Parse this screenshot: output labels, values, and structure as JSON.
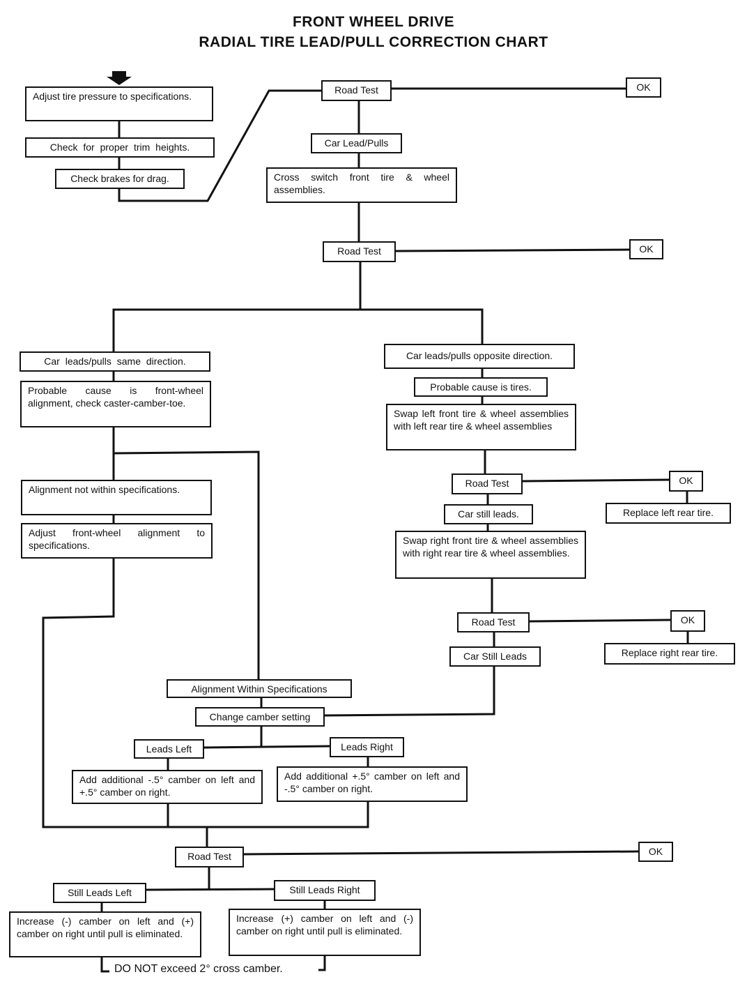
{
  "title": {
    "line1": "FRONT WHEEL DRIVE",
    "line2": "RADIAL TIRE LEAD/PULL CORRECTION CHART"
  },
  "steps": {
    "adjust_pressure": "Adjust tire pressure to specifications.",
    "check_trim": "Check for proper trim heights.",
    "check_brakes": "Check brakes for drag.",
    "road_test_1": "Road Test",
    "ok_1": "OK",
    "car_lead_pulls": "Car Lead/Pulls",
    "cross_switch": "Cross switch front tire & wheel assemblies.",
    "road_test_2": "Road Test",
    "ok_2": "OK",
    "same_direction": "Car leads/pulls same direction.",
    "probable_alignment": "Probable cause is front-wheel alignment, check caster-camber-toe.",
    "alignment_not_within": "Alignment not within specifications.",
    "adjust_alignment": "Adjust front-wheel alignment to specifications.",
    "opposite_direction": "Car leads/pulls opposite direction.",
    "probable_tires": "Probable cause is tires.",
    "swap_left": "Swap left front tire & wheel assemblies with left rear tire & wheel assemblies",
    "road_test_3": "Road Test",
    "ok_3": "OK",
    "replace_left_rear": "Replace left rear tire.",
    "car_still_leads": "Car still leads.",
    "swap_right": "Swap right front tire & wheel assemblies with right rear tire & wheel assemblies.",
    "road_test_4": "Road Test",
    "ok_4": "OK",
    "replace_right_rear": "Replace right rear tire.",
    "car_still_leads_2": "Car Still Leads",
    "alignment_within": "Alignment Within Specifications",
    "change_camber": "Change camber setting",
    "leads_left": "Leads Left",
    "leads_right": "Leads Right",
    "add_left": "Add additional -.5° camber on left and +.5° camber on right.",
    "add_right": "Add additional +.5° camber on left and -.5° camber on right.",
    "road_test_5": "Road Test",
    "ok_5": "OK",
    "still_leads_left": "Still Leads Left",
    "still_leads_right": "Still Leads Right",
    "increase_left": "Increase (-) camber on left and (+) camber on right until pull is eliminated.",
    "increase_right": "Increase (+) camber on left and (-) camber on right until pull is eliminated.",
    "do_not_exceed": "DO NOT exceed 2° cross camber."
  }
}
